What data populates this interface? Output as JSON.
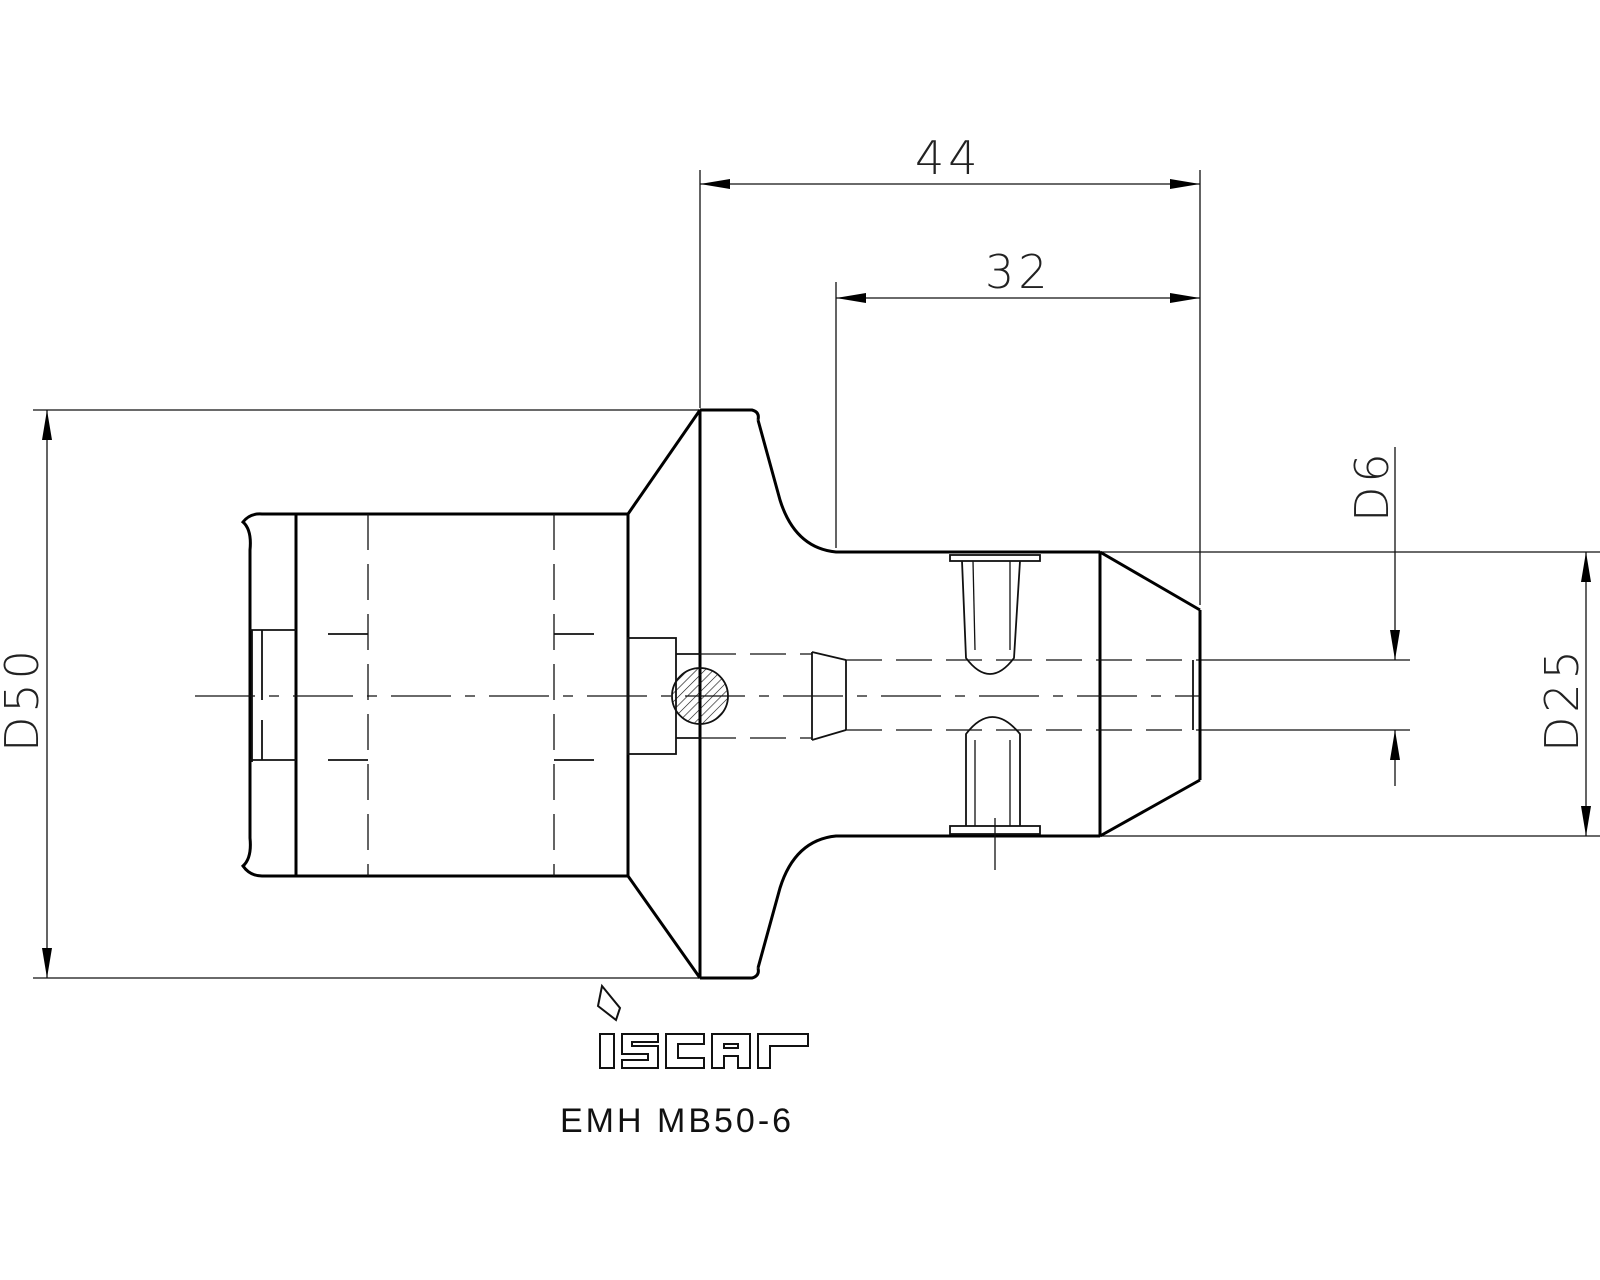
{
  "drawing": {
    "dimensions": {
      "overall_length": "44",
      "shank_length": "32",
      "flange_diameter": "D50",
      "shank_diameter": "D25",
      "bore_diameter": "D6"
    },
    "logo": {
      "text": "iscar"
    },
    "part_number": "EMH MB50-6"
  }
}
